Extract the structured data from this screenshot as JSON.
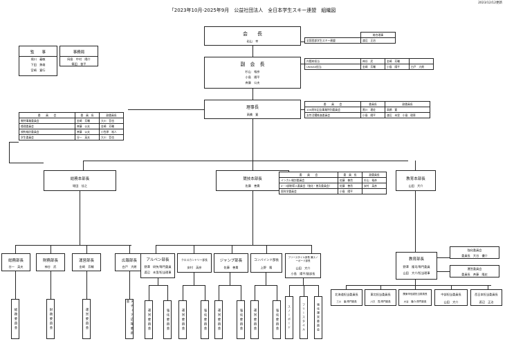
{
  "header": {
    "title": "「2023年10月-2025年9月　公益社団法人　全日本学生スキー連盟　組織図",
    "date": "2023/12/12更新"
  },
  "president": {
    "title": "会　　長",
    "person": "岩山　幸"
  },
  "vice": {
    "title": "副　会　長",
    "people": [
      "杉山　裕彦",
      "小島　陽平",
      "斉藤　公夫"
    ]
  },
  "chair": {
    "title": "理事長",
    "person": "高橋　寛"
  },
  "auditors": {
    "title": "監　　事",
    "people": [
      "堀川　義敏",
      "下田　勇雄",
      "宮崎　寛行"
    ]
  },
  "secretariat": {
    "title": "事務局",
    "people": [
      "岡島　中村　陽介",
      "篠田　香平"
    ]
  },
  "right_top": {
    "header": "総合理事",
    "rows": [
      [
        "全国西部学生スキー連盟",
        "渡辺　正治"
      ]
    ]
  },
  "right_mid": {
    "rows": [
      [
        "内閣府担当",
        "神谷　武",
        "金崎　芳輔",
        ""
      ],
      [
        "UNIVAS担当",
        "金崎　芳輔",
        "小島　陽平",
        "白戸　大朗"
      ]
    ]
  },
  "right_com": {
    "headers": [
      "委　　員　　会",
      "委員長",
      "副委員長"
    ],
    "rows": [
      [
        "100周年記念事業特別委員会",
        "黒川　理佐",
        "高橋　寛"
      ],
      [
        "女性活躍推進委員会",
        "小島　陽平",
        "渡辺　未里　小島　理恵"
      ]
    ]
  },
  "left_com": {
    "headers": [
      "委　　員　　会",
      "委　員　長",
      "副委員長"
    ],
    "rows": [
      [
        "教特事業委員会",
        "金崎　芳輔",
        "大川　哲也"
      ],
      [
        "倫理委員会",
        "斉藤　公夫",
        "金崎　芳輔"
      ],
      [
        "規約検討委員会",
        "斉藤　公夫",
        "小笠原　裕人"
      ],
      [
        "学生委員会",
        "谷一　英夫",
        "大川　哲也"
      ]
    ]
  },
  "mid_com": {
    "headers": [
      "委　　員　　会",
      "委　員　長",
      "副委員長"
    ],
    "rows": [
      [
        "インカレ検討委員会",
        "佐藤　善貴",
        "杉山　裕彦"
      ],
      [
        "Z・3部制導入委員会（強化・普及委員会）",
        "佐藤　善貴",
        "安村　英彦"
      ],
      [
        "医科学委員会",
        "小島　陽平",
        ""
      ]
    ]
  },
  "hq": [
    {
      "title": "総務本部長",
      "person": "堀田　佳之"
    },
    {
      "title": "競技本部長",
      "person": "佐藤　善貴"
    },
    {
      "title": "教育本部長",
      "person": "山田　大介"
    }
  ],
  "depts_general": [
    {
      "title": "総務部長",
      "person": "谷一　英夫"
    },
    {
      "title": "財務部長",
      "person": "神谷　武"
    },
    {
      "title": "運営部長",
      "person": "金崎　芳輔"
    },
    {
      "title": "広報部長",
      "person": "白戸　大朗"
    }
  ],
  "depts_comp": [
    {
      "title": "アルペン部長",
      "people": [
        "野澤　研矢/専門委員",
        "渡辺　未里/担当理事"
      ]
    },
    {
      "title": "クロスカントリー部長",
      "people": [
        "安村　英彦"
      ]
    },
    {
      "title": "ジャンプ部長",
      "people": [
        "佐藤　善貴"
      ]
    },
    {
      "title": "コンバインド部長",
      "people": [
        "上野　隆"
      ]
    },
    {
      "title": "フリースタイル部長 兼スノーボード部長",
      "people": [
        "山田　大介",
        "小島　陽平/副部長"
      ]
    }
  ],
  "edu": {
    "title": "教育部長",
    "people": [
      "野澤　隆司/専門委員",
      "山田　大介/担当理事"
    ]
  },
  "edu_side": [
    {
      "title": "強化委員会",
      "people": [
        "委員長　大谷　優介"
      ]
    },
    {
      "title": "運営委員会",
      "people": [
        "委員長　斉藤　隆史"
      ]
    }
  ],
  "regions": [
    {
      "title": "北海道担当委員長",
      "person": "三川　康/専門委員"
    },
    {
      "title": "東北担当委員長",
      "person": "川又　寛/専門委員"
    },
    {
      "title": "関東甲信越担当委員長",
      "person": "大谷　隆介/専門委員"
    },
    {
      "title": "中部担当委員長",
      "person": "山田　大介"
    },
    {
      "title": "西日本担当委員長",
      "person": "渡辺　正治"
    }
  ],
  "vertical_general": [
    "総務委員会",
    "財務委員会",
    "運営委員会",
    "メディア広報委員会"
  ],
  "vertical_comp": [
    "運営委員会",
    "強化委員会",
    "運営委員会",
    "強化委員会",
    "運営委員会",
    "強化委員会",
    "運営委員会",
    "強化委員会",
    "スノーボード",
    "フリースタイル",
    "強化運営委員会"
  ]
}
